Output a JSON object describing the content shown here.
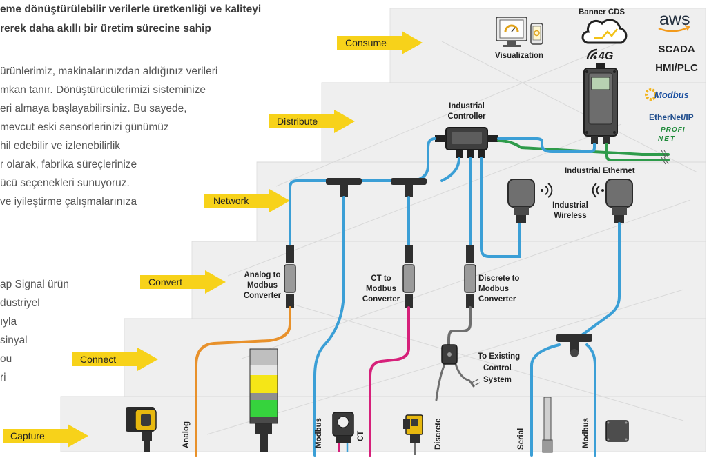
{
  "intro": {
    "heading_lines": [
      "eme dönüştürülebilir verilerle üretkenliği ve kaliteyi",
      "rerek daha akıllı bir üretim sürecine sahip"
    ],
    "paragraph1_lines": [
      "ürünlerimiz, makinalarınızdan aldığınız verileri",
      "mkan tanır. Dönüştürücülerimizi sisteminize",
      "eri almaya başlayabilirsiniz. Bu sayede,",
      "mevcut eski sensörlerinizi günümüz",
      "hil edebilir ve izlenebilirlik",
      "r olarak, fabrika süreçlerinize",
      "ücü seçenekleri sunuyoruz.",
      "ve iyileştirme çalışmalarınıza"
    ],
    "paragraph2_lines": [
      "ap Signal ürün",
      "düstriyel",
      "ıyla",
      "sinyal",
      "ou",
      "ri"
    ]
  },
  "stages": [
    "Consume",
    "Distribute",
    "Network",
    "Convert",
    "Connect",
    "Capture"
  ],
  "labels": {
    "banner_cds": "Banner CDS",
    "aws": "aws",
    "scada": "SCADA",
    "hmi_plc": "HMI/PLC",
    "visualization": "Visualization",
    "cell_4g": "4G",
    "modbus_logo": "Modbus",
    "ethernet_ip": "EtherNet/IP",
    "profinet_top": "PROFI",
    "profinet_bottom": "NET",
    "industrial_controller": [
      "Industrial",
      "Controller"
    ],
    "industrial_ethernet": "Industrial Ethernet",
    "industrial_wireless": [
      "Industrial",
      "Wireless"
    ],
    "analog_converter": [
      "Analog to",
      "Modbus",
      "Converter"
    ],
    "ct_converter": [
      "CT to",
      "Modbus",
      "Converter"
    ],
    "discrete_converter": [
      "Discrete to",
      "Modbus",
      "Converter"
    ],
    "existing_system": [
      "To Existing",
      "Control",
      "System"
    ],
    "cable_analog": "Analog",
    "cable_modbus_1": "Modbus",
    "cable_ct": "CT",
    "cable_discrete": "Discrete",
    "cable_serial": "Serial",
    "cable_modbus_2": "Modbus"
  },
  "colors": {
    "arrow_yellow": "#f7d21a",
    "cable_blue": "#3b9fd6",
    "cable_orange": "#e8912b",
    "cable_magenta": "#d6207a",
    "cable_green": "#2e9b4a",
    "cable_gray": "#6f6f6f",
    "background_gray": "#f0f0f0"
  },
  "icons": [
    "monitor-icon",
    "phone-icon",
    "cloud-icon",
    "cell-signal-icon",
    "gateway-device-icon",
    "controller-hub-icon",
    "wireless-node-icon",
    "converter-icon",
    "tower-light-icon",
    "photo-sensor-icon",
    "ct-clamp-icon",
    "discrete-sensor-icon",
    "temperature-probe-icon",
    "vibration-sensor-icon"
  ]
}
